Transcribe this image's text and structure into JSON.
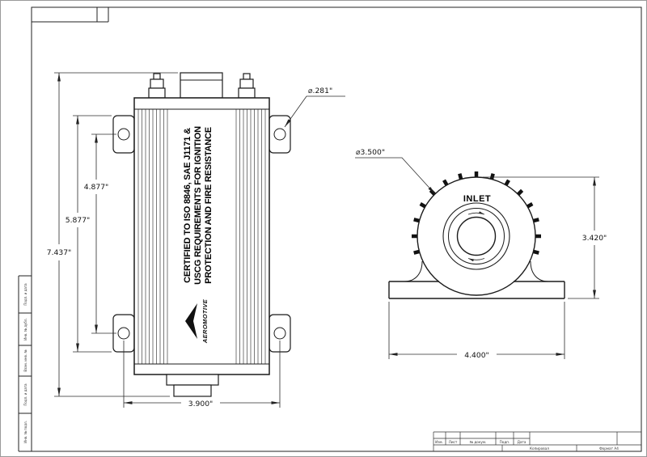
{
  "sheet": {
    "bg": "#ffffff",
    "line_color": "#1b1b1b"
  },
  "left_view": {
    "certification": {
      "line1": "CERTIFIED TO ISO 8846, SAE J1171 &",
      "line2": "USCG REQUIREMENTS FOR IGNITION",
      "line3": "PROTECTION AND FIRE RESISTANCE"
    },
    "brand": "AEROMOTIVE",
    "dim_overall_height": "7.437\"",
    "dim_tab_span": "5.877\"",
    "dim_hole_span": "4.877\"",
    "dim_hole_centers_width": "3.900\"",
    "dim_hole_diameter": "⌀.281\""
  },
  "right_view": {
    "port_label": "INLET",
    "dim_body_diameter": "⌀3.500\"",
    "dim_height": "3.420\"",
    "dim_base_width": "4.400\""
  },
  "title_block": {
    "headers": [
      "Изм.",
      "Лист",
      "№ докум.",
      "Подп.",
      "Дата"
    ],
    "copied": "Копировал",
    "format": "Формат А4"
  },
  "margin_stamps": [
    "Подп. и дата",
    "Инв. № дубл.",
    "Взам. инв. №",
    "Подп. и дата",
    "Инв. № подл."
  ]
}
